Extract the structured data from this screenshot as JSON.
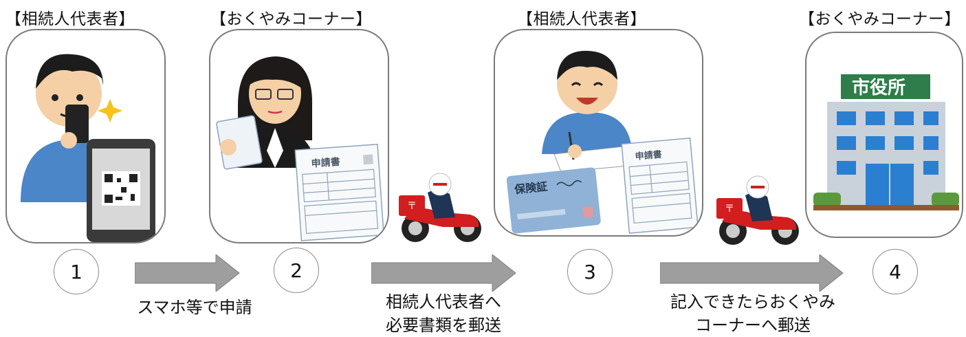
{
  "steps": [
    {
      "title": "【相続人代表者】",
      "number": "1"
    },
    {
      "title": "【おくやみコーナー】",
      "number": "2"
    },
    {
      "title": "【相続人代表者】",
      "number": "3"
    },
    {
      "title": "【おくやみコーナー】",
      "number": "4"
    }
  ],
  "arrows": [
    {
      "caption_lines": [
        "スマホ等で申請"
      ]
    },
    {
      "caption_lines": [
        "相続人代表者へ",
        "必要書類を郵送"
      ]
    },
    {
      "caption_lines": [
        "記入できたらおくやみ",
        "コーナーへ郵送"
      ]
    }
  ],
  "illustrations": {
    "application_form_label": "申請書",
    "insurance_card_label": "保険証",
    "city_hall_sign": "市役所"
  },
  "colors": {
    "arrow_fill": "#9e9e9e",
    "card_border": "#7a7a7a",
    "building_sign": "#2e7d4a",
    "postman_red": "#d21e1e",
    "shirt_blue": "#4a86c8"
  }
}
